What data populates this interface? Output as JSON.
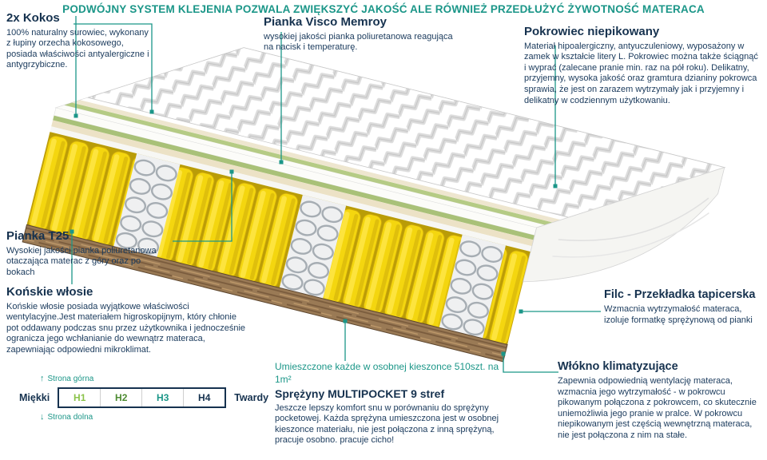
{
  "banner": {
    "text": "PODWÓJNY SYSTEM KLEJENIA POZWALA ZWIĘKSZYĆ JAKOŚĆ ALE RÓWNIEŻ PRZEDŁUŻYĆ ŻYWOTNOŚĆ MATERACA"
  },
  "callouts": {
    "kokos": {
      "title": "2x Kokos",
      "text": "100% naturalny surowiec, wykonany z łupiny orzecha kokosowego, posiada właściwości antyalergiczne i antygrzybiczne."
    },
    "visco": {
      "title": "Pianka Visco Memroy",
      "text": "wysokiej jakości pianka poliuretanowa reagująca na nacisk i temperaturę."
    },
    "pokrowiec": {
      "title": "Pokrowiec niepikowany",
      "text": "Materiał hipoalergiczny, antyuczuleniowy, wyposażony w zamek w kształcie litery L. Pokrowiec można także ściągnąć i wyprać (zalecane pranie min. raz na pół roku). Delikatny, przyjemny, wysoka jakość oraz gramtura dzianiny pokrowca sprawia, że jest on zarazem wytrzymały jak i przyjemny i delikatny w codziennym użytkowaniu."
    },
    "pianka_t25": {
      "title": "Pianka T25",
      "text": "Wysokiej jakości pianka poliuretanowa otaczająca materac z góry oraz po bokach"
    },
    "konskie": {
      "title": "Końskie włosie",
      "text": "Końskie włosie posiada wyjątkowe właściwości wentylacyjne.Jest materiałem higroskopijnym, który chłonie pot oddawany podczas snu przez użytkownika i jednocześnie ogranicza jego wchłanianie do wewnątrz materaca, zapewniając odpowiedni mikroklimat."
    },
    "filc": {
      "title": "Filc - Przekładka tapicerska",
      "text": "Wzmacnia wytrzymałość materaca, izoluje formatkę sprężynową od pianki"
    },
    "wlokno": {
      "title": "Włókno klimatyzujące",
      "text": "Zapewnia odpowiednią wentylację materaca, wzmacnia jego wytrzymałość - w pokrowcu pikowanym połączona z pokrowcem, co skutecznie uniemożliwia jego pranie w pralce. W pokrowcu niepikowanym jest częścią wewnętrzną materaca, nie jest połączona z nim na stałe."
    },
    "sprezyny": {
      "highlight": "Umieszczone każde w osobnej kieszonce 510szt. na 1m²",
      "title": "Sprężyny MULTIPOCKET 9 stref",
      "text": "Jeszcze lepszy komfort snu w porównaniu do sprężyny pocketowej. Każda sprężyna umieszczona jest w osobnej kieszonce materiału, nie jest połączona z inną sprężyną, pracuje osobno. pracuje cicho!"
    }
  },
  "scale": {
    "top_label": "Strona górna",
    "bottom_label": "Strona dolna",
    "left_label": "Miękki",
    "right_label": "Twardy",
    "levels": [
      {
        "label": "H1",
        "color": "#8bc34a"
      },
      {
        "label": "H2",
        "color": "#4d8b31"
      },
      {
        "label": "H3",
        "color": "#1b9688"
      },
      {
        "label": "H4",
        "color": "#16324f"
      }
    ]
  },
  "icons": {
    "up_arrow": "↑",
    "down_arrow": "↓"
  },
  "colors": {
    "accent_teal": "#1b9688",
    "heading_navy": "#16324f",
    "body_navy": "#1a3a5c",
    "spring_yellow": "#f4d60f",
    "wood_brown": "#9a7a55",
    "foam_green": "#a9c178",
    "zigzag_gray": "#dcdcdc"
  }
}
